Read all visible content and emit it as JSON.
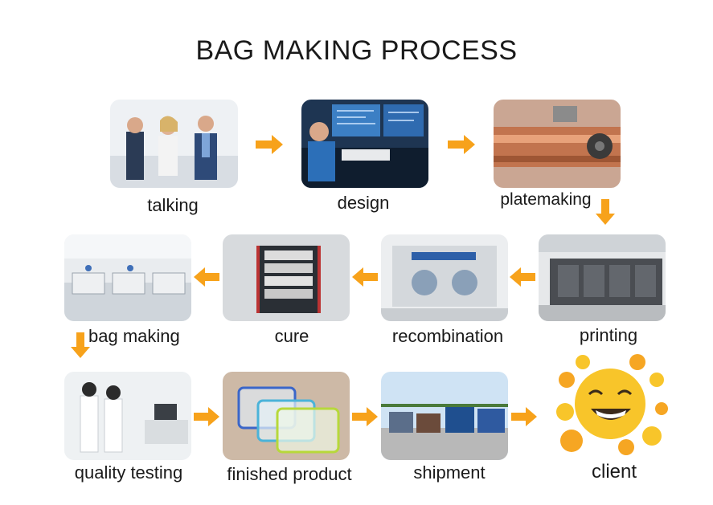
{
  "title": "BAG MAKING PROCESS",
  "steps": [
    {
      "label": "talking"
    },
    {
      "label": "design"
    },
    {
      "label": "platemaking"
    },
    {
      "label": "printing"
    },
    {
      "label": "recombination"
    },
    {
      "label": "cure"
    },
    {
      "label": "bag making"
    },
    {
      "label": "quality testing"
    },
    {
      "label": "finished product"
    },
    {
      "label": "shipment"
    },
    {
      "label": "client"
    }
  ],
  "colors": {
    "arrow": "#f7a21b",
    "sun": "#f8c52a",
    "sun_outer": "#f6a623"
  }
}
